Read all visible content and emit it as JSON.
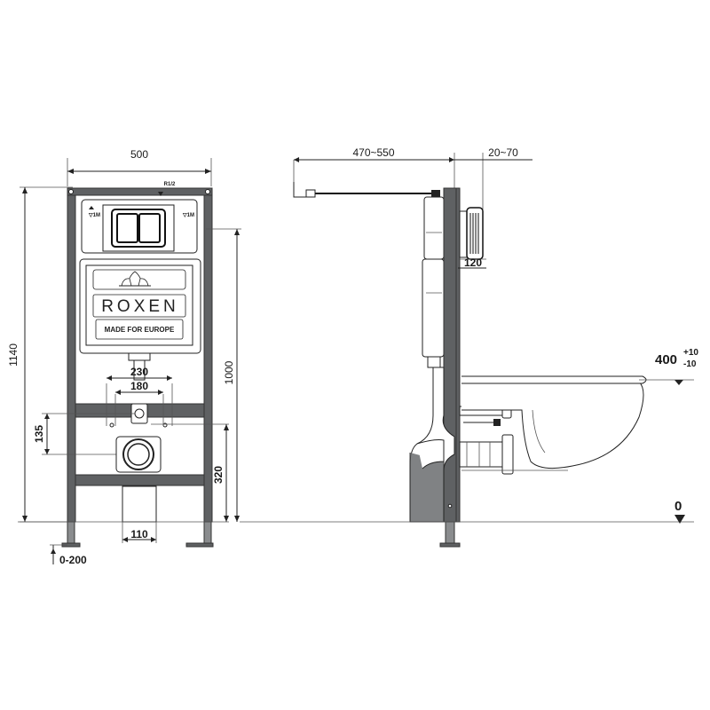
{
  "front_view": {
    "dims": {
      "width": "500",
      "height_total": "1140",
      "height_1000": "1000",
      "height_320": "320",
      "span_230": "230",
      "span_180": "180",
      "height_135": "135",
      "width_110": "110",
      "adjust_0_200": "0-200"
    },
    "connection_label": "R1/2",
    "cistern_marks": {
      "left": "▽1M",
      "right": "▽1M"
    },
    "panel": {
      "brand": "ROXEN",
      "tagline": "MADE FOR EUROPE"
    }
  },
  "side_view": {
    "dims": {
      "depth": "470~550",
      "wall_thickness": "20~70",
      "flange": "120",
      "bowl_height_base": "400",
      "bowl_height_plus": "+10",
      "bowl_height_minus": "-10",
      "floor_level": "0"
    }
  },
  "colors": {
    "frame": "#5f6163",
    "line": "#222222",
    "background": "#ffffff"
  }
}
